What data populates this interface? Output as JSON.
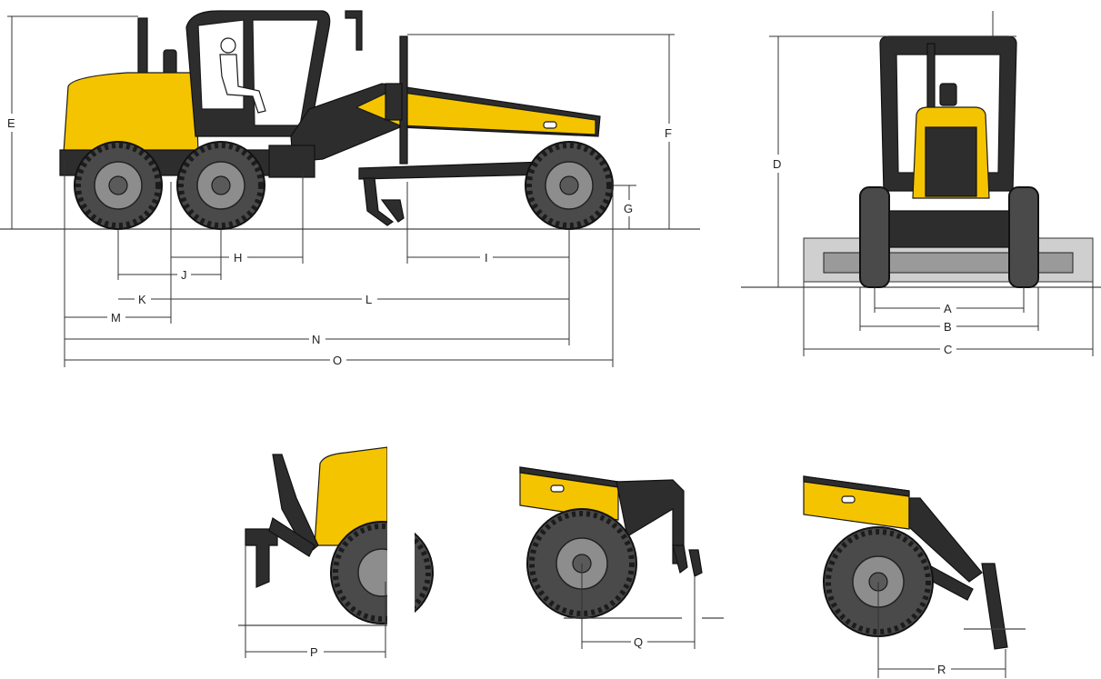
{
  "dimension_labels": {
    "A": "A",
    "B": "B",
    "C": "C",
    "D": "D",
    "E": "E",
    "F": "F",
    "G": "G",
    "H": "H",
    "I": "I",
    "J": "J",
    "K": "K",
    "L": "L",
    "M": "M",
    "N": "N",
    "O": "O",
    "P": "P",
    "Q": "Q",
    "R": "R"
  },
  "colors": {
    "body_yellow": "#f5c400",
    "frame_dark": "#2d2d2d",
    "tire": "#4a4a4a",
    "rim": "#8d8d8d"
  }
}
